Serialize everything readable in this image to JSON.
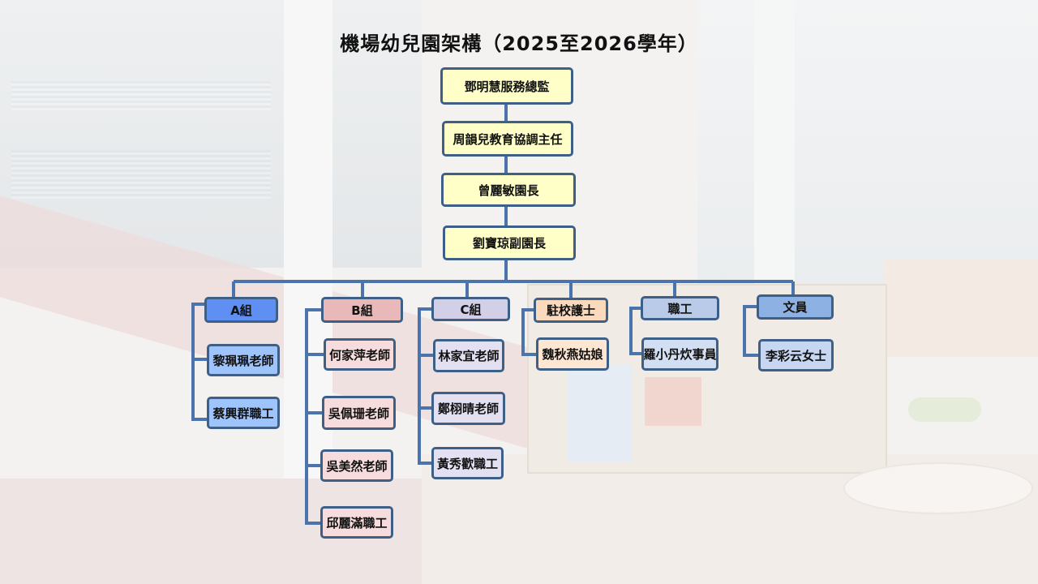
{
  "title": "機場幼兒園架構（2025至2026學年）",
  "leadership": [
    "鄧明慧服務總監",
    "周韻兒教育協調主任",
    "曾麗敏園長",
    "劉寶琼副園長"
  ],
  "groups": [
    {
      "name": "A組",
      "members": [
        "黎珮珮老師",
        "蔡興群職工"
      ]
    },
    {
      "name": "B組",
      "members": [
        "何家萍老師",
        "吳佩珊老師",
        "吳美然老師",
        "邱麗滿職工"
      ]
    },
    {
      "name": "C組",
      "members": [
        "林家宜老師",
        "鄭栩晴老師",
        "黃秀歡職工"
      ]
    },
    {
      "name": "駐校護士",
      "members": [
        "魏秋燕姑娘"
      ]
    },
    {
      "name": "職工",
      "members": [
        "羅小丹炊事員"
      ]
    },
    {
      "name": "文員",
      "members": [
        "李彩云女士"
      ]
    }
  ],
  "colors": {
    "line": "#4a74ab",
    "border": "#3e5f86",
    "lead_fill": "#ffffc7"
  }
}
